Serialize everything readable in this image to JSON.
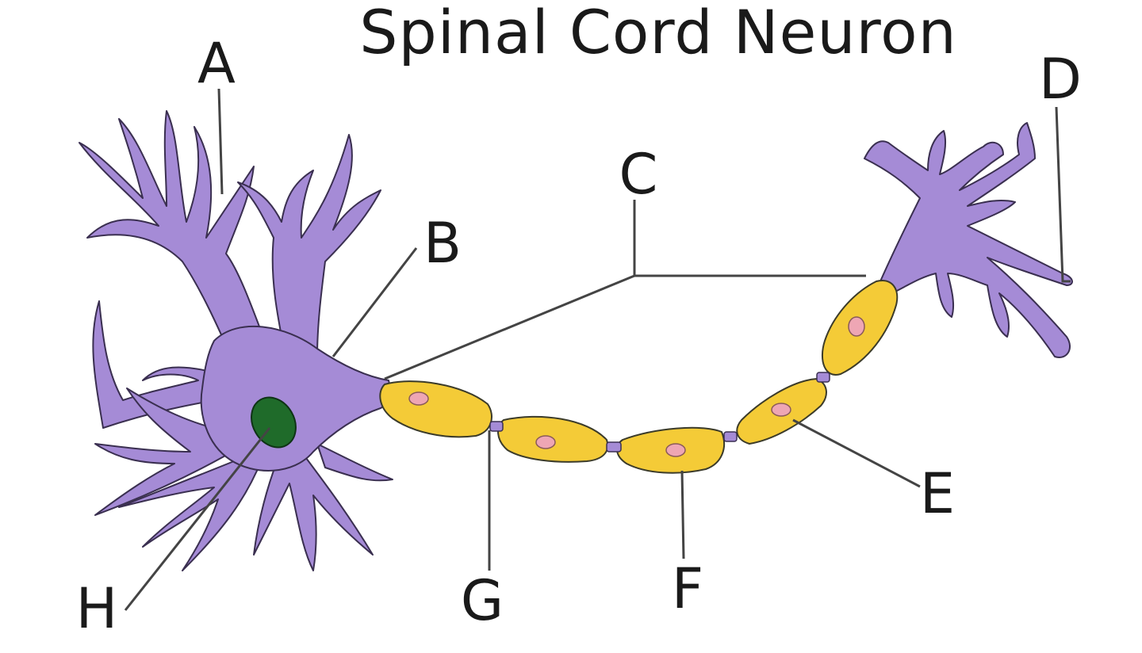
{
  "title": "Spinal Cord Neuron",
  "labels": {
    "a": "A",
    "b": "B",
    "c": "C",
    "d": "D",
    "e": "E",
    "f": "F",
    "g": "G",
    "h": "H"
  },
  "colors": {
    "neuron_body": "#a58bd6",
    "nucleus": "#1f6b2a",
    "myelin": "#f4cb37",
    "schwann_nucleus": "#eea6b4",
    "outline": "#3a2f50",
    "leader_line": "#444444",
    "text": "#1a1a1a"
  }
}
